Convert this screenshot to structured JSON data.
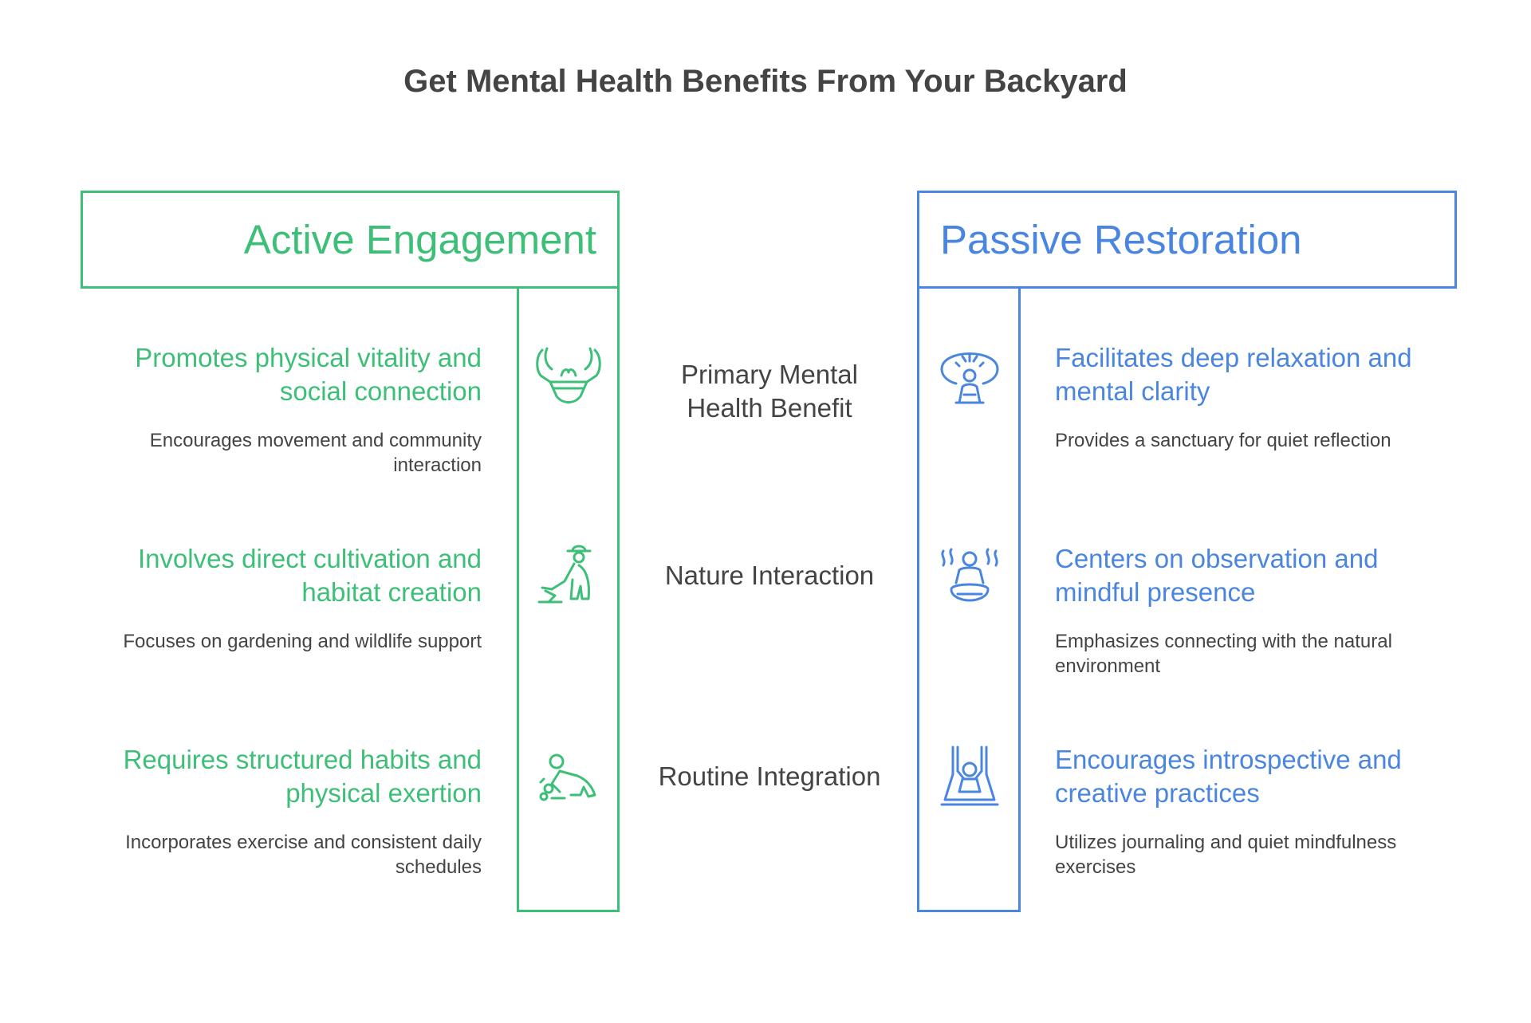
{
  "title": "Get Mental Health Benefits From Your Backyard",
  "left": {
    "header": "Active Engagement",
    "color": "#3dbf78",
    "items": [
      {
        "title": "Promotes physical vitality and social connection",
        "desc": "Encourages movement and community interaction",
        "icon": "hands-basket-icon"
      },
      {
        "title": "Involves direct cultivation and habitat creation",
        "desc": "Focuses on gardening and wildlife support",
        "icon": "gardener-icon"
      },
      {
        "title": "Requires structured habits and physical exertion",
        "desc": "Incorporates exercise and consistent daily schedules",
        "icon": "exercise-icon"
      }
    ]
  },
  "center": {
    "labels": [
      "Primary Mental Health Benefit",
      "Nature Interaction",
      "Routine Integration"
    ]
  },
  "right": {
    "header": "Passive Restoration",
    "color": "#4a86e0",
    "items": [
      {
        "title": "Facilitates deep relaxation and mental clarity",
        "desc": "Provides a sanctuary for quiet reflection",
        "icon": "meditation-mind-icon"
      },
      {
        "title": "Centers on observation and mindful presence",
        "desc": "Emphasizes connecting with the natural environment",
        "icon": "mindful-presence-icon"
      },
      {
        "title": "Encourages introspective and creative practices",
        "desc": "Utilizes journaling and quiet mindfulness exercises",
        "icon": "swing-icon"
      }
    ]
  }
}
